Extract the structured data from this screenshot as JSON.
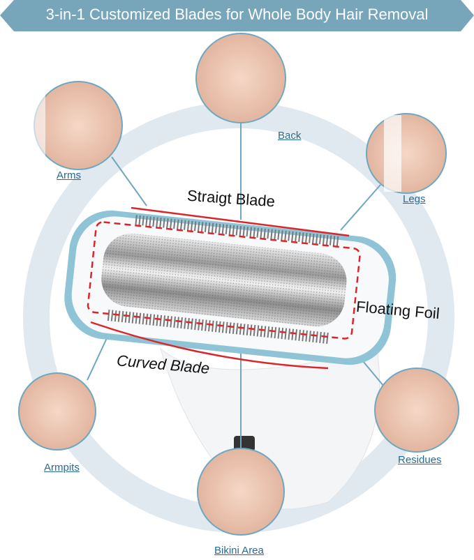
{
  "banner": {
    "title": "3-in-1 Customized Blades for Whole Body Hair Removal"
  },
  "callouts": {
    "arms": "Arms",
    "back": "Back",
    "legs": "Legs",
    "armpits": "Armpits",
    "bikini": "Bikini Area",
    "residues": "Residues"
  },
  "features": {
    "straight_blade": "Straigt Blade",
    "floating_foil": "Floating Foil",
    "curved_blade": "Curved Blade"
  },
  "colors": {
    "banner": "#77a5b9",
    "ring": "#dfe9ef",
    "accent_red": "#d9262a",
    "label": "#2b6a8f",
    "blade_blue": "#8fc4d6"
  }
}
